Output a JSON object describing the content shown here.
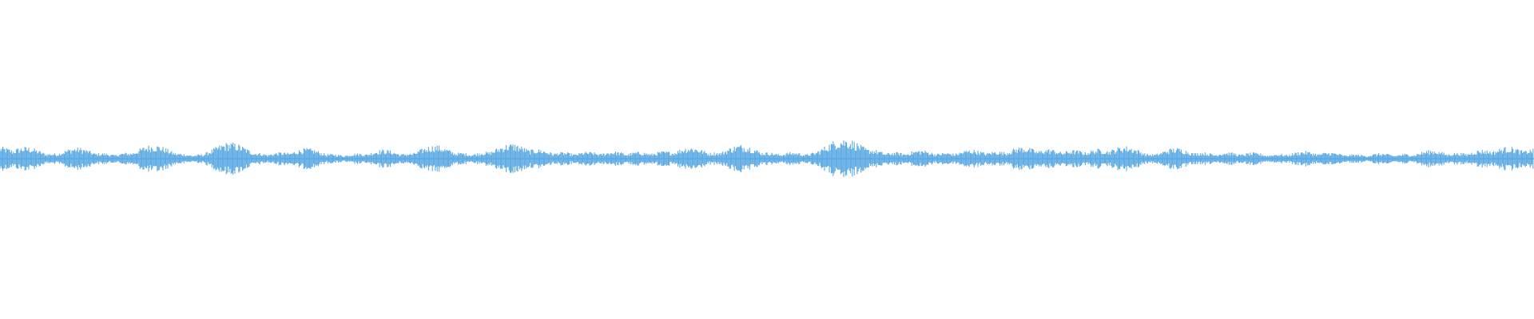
{
  "waveform": {
    "color": "#5aa9e3",
    "background": "#ffffff",
    "peak_amplitudes": [
      0.55,
      0.55,
      0.25,
      0.52,
      0.26,
      0.28,
      0.65,
      0.25,
      0.22,
      0.75,
      0.28,
      0.3,
      0.48,
      0.22,
      0.25,
      0.42,
      0.25,
      0.62,
      0.28,
      0.32,
      0.7,
      0.45,
      0.3,
      0.32,
      0.34,
      0.32,
      0.35,
      0.55,
      0.3,
      0.65,
      0.3,
      0.3,
      0.3,
      0.95,
      0.45,
      0.3,
      0.4,
      0.28,
      0.42,
      0.35,
      0.55,
      0.45,
      0.4,
      0.45,
      0.58,
      0.22,
      0.5,
      0.3,
      0.3,
      0.28,
      0.22,
      0.35,
      0.3,
      0.2,
      0.25,
      0.22,
      0.4,
      0.28,
      0.42,
      0.55,
      0.45
    ]
  }
}
